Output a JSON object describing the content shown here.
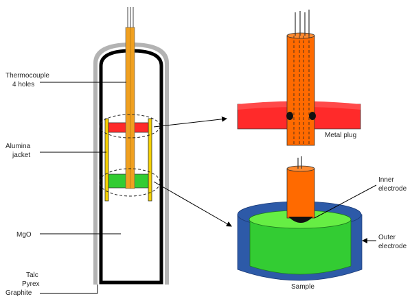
{
  "labels": {
    "thermocouple_line1": "Thermocouple",
    "thermocouple_line2": "4 holes",
    "alumina_line1": "Alumina",
    "alumina_line2": "jacket",
    "mgo": "MgO",
    "talc": "Talc",
    "pyrex": "Pyrex",
    "graphite": "Graphite",
    "metal_plug": "Metal plug",
    "inner_line1": "Inner",
    "inner_line2": "electrode",
    "outer_line1": "Outer",
    "outer_line2": "electrode",
    "sample": "Sample"
  },
  "colors": {
    "talc_gray": "#b3b3b3",
    "graphite_black": "#000000",
    "thermocouple_orange": "#f0a020",
    "alumina_yellow": "#f5d000",
    "metal_red": "#ff2a2a",
    "metal_red_light": "#ff4040",
    "sample_green": "#33cc33",
    "sample_green_light": "#66ee44",
    "electrode_orange": "#ff6a00",
    "outer_blue": "#2d5aa8"
  }
}
